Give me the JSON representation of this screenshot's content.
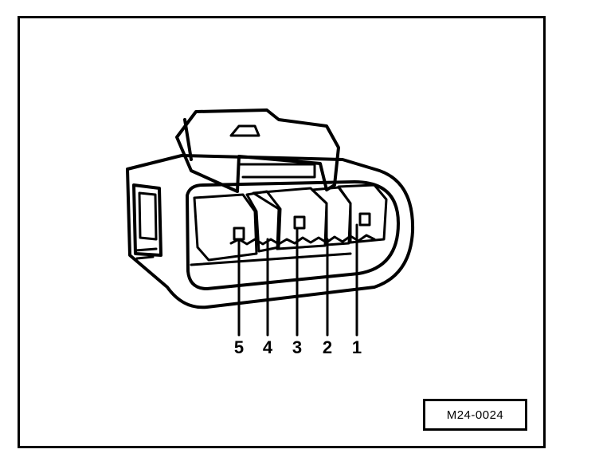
{
  "figure": {
    "pin_labels": [
      "5",
      "4",
      "3",
      "2",
      "1"
    ],
    "reference_code": "M24-0024"
  }
}
